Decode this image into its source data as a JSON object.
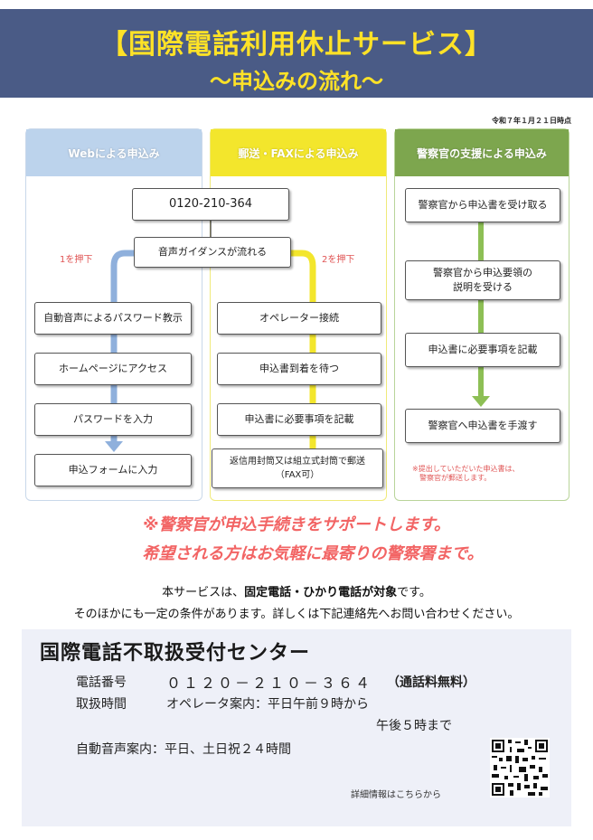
{
  "header": {
    "title": "【国際電話利用休止サービス】",
    "subtitle": "～申込みの流れ～",
    "bg_color": "#4a5b86",
    "text_color": "#ffe227"
  },
  "date": "令和７年１月２１日時点",
  "flow": {
    "web": {
      "title": "Webによる申込み",
      "steps": [
        "自動音声によるパスワード教示",
        "ホームページにアクセス",
        "パスワードを入力",
        "申込フォームに入力"
      ]
    },
    "mail": {
      "title": "郵送・FAXによる申込み",
      "steps": [
        "オペレーター接続",
        "申込書到着を待つ",
        "申込書に必要事項を記載",
        "返信用封筒又は組立式封筒で郵送",
        "（FAX可）"
      ]
    },
    "police": {
      "title": "警察官の支援による申込み",
      "steps": [
        "警察官から申込書を受け取る",
        "警察官から申込要領の",
        "説明を受ける",
        "申込書に必要事項を記載",
        "警察官へ申込書を手渡す"
      ],
      "note1": "※提出していただいた申込書は、",
      "note2": "警察官が郵送します。"
    },
    "phone": "0120-210-364",
    "guidance": "音声ガイダンスが流れる",
    "press1": "1を押下",
    "press2": "2を押下"
  },
  "support": {
    "line1": "※警察官が申込手続きをサポートします。",
    "line2": "希望される方はお気軽に最寄りの警察署まで。"
  },
  "service": {
    "prefix": "本サービスは、",
    "highlight": "固定電話・ひかり電話が対象",
    "suffix": "です。",
    "line2": "そのほかにも一定の条件があります。詳しくは下記連絡先へお問い合わせください。"
  },
  "center": {
    "title": "国際電話不取扱受付センター",
    "phone_label": "電話番号",
    "phone_value": "０１２０－２１０－３６４",
    "phone_note": "（通話料無料）",
    "hours_label": "取扱時間",
    "hours_line1": "オペレータ案内：平日午前９時から",
    "hours_line2": "午後５時まで",
    "auto_line": "自動音声案内：平日、土日祝２４時間",
    "qr_label": "詳細情報はこちらから"
  },
  "colors": {
    "web": "#bcd3ec",
    "mail": "#f3e62c",
    "police": "#7da64e",
    "accent_red": "#f26464"
  }
}
